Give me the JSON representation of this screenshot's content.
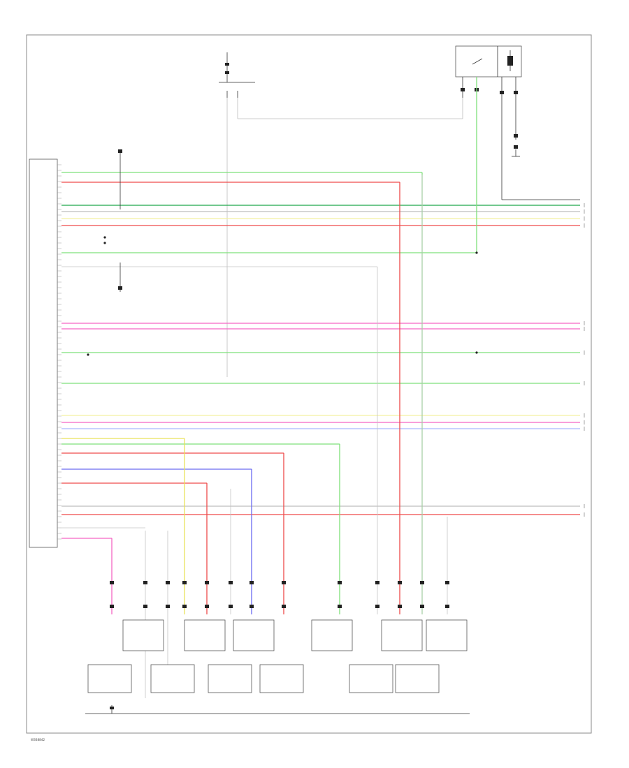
{
  "page": {
    "id_label": "W3S8842"
  },
  "colors": {
    "green": "#7ee07a",
    "dark_green": "#1fa64a",
    "red": "#ef4a4a",
    "pink": "#f565c4",
    "yellow": "#e9e25a",
    "blue": "#6b6bf0",
    "light_yellow": "#f3f0a0",
    "light_blue": "#a9b7ff",
    "gray": "#bdbdbd"
  },
  "wires": [
    {
      "id": "g1",
      "color": "green"
    },
    {
      "id": "r1",
      "color": "red"
    },
    {
      "id": "dg1",
      "color": "dark_green"
    },
    {
      "id": "w1",
      "color": "gray"
    },
    {
      "id": "y1",
      "color": "light_yellow"
    },
    {
      "id": "r2",
      "color": "red"
    },
    {
      "id": "g2",
      "color": "green"
    },
    {
      "id": "p1",
      "color": "pink"
    },
    {
      "id": "p2",
      "color": "pink"
    },
    {
      "id": "g3",
      "color": "green"
    },
    {
      "id": "g4",
      "color": "green"
    },
    {
      "id": "y2",
      "color": "light_yellow"
    },
    {
      "id": "p3",
      "color": "pink"
    },
    {
      "id": "b1",
      "color": "light_blue"
    },
    {
      "id": "g5",
      "color": "green"
    },
    {
      "id": "r3",
      "color": "red"
    },
    {
      "id": "b2",
      "color": "blue"
    },
    {
      "id": "r4",
      "color": "red"
    },
    {
      "id": "k1",
      "color": "gray"
    },
    {
      "id": "r5",
      "color": "red"
    },
    {
      "id": "y3",
      "color": "yellow"
    },
    {
      "id": "p4",
      "color": "pink"
    }
  ],
  "components": [
    {
      "id": "tcm"
    },
    {
      "id": "fuse-relay"
    },
    {
      "id": "control-relay"
    },
    {
      "id": "sensor-1"
    },
    {
      "id": "sensor-2"
    },
    {
      "id": "sensor-3"
    },
    {
      "id": "sensor-4"
    },
    {
      "id": "sensor-5"
    },
    {
      "id": "sensor-6"
    },
    {
      "id": "solenoid-1"
    },
    {
      "id": "solenoid-2"
    },
    {
      "id": "solenoid-3"
    },
    {
      "id": "solenoid-4"
    },
    {
      "id": "solenoid-5"
    },
    {
      "id": "solenoid-6"
    },
    {
      "id": "valve-assembly"
    }
  ]
}
